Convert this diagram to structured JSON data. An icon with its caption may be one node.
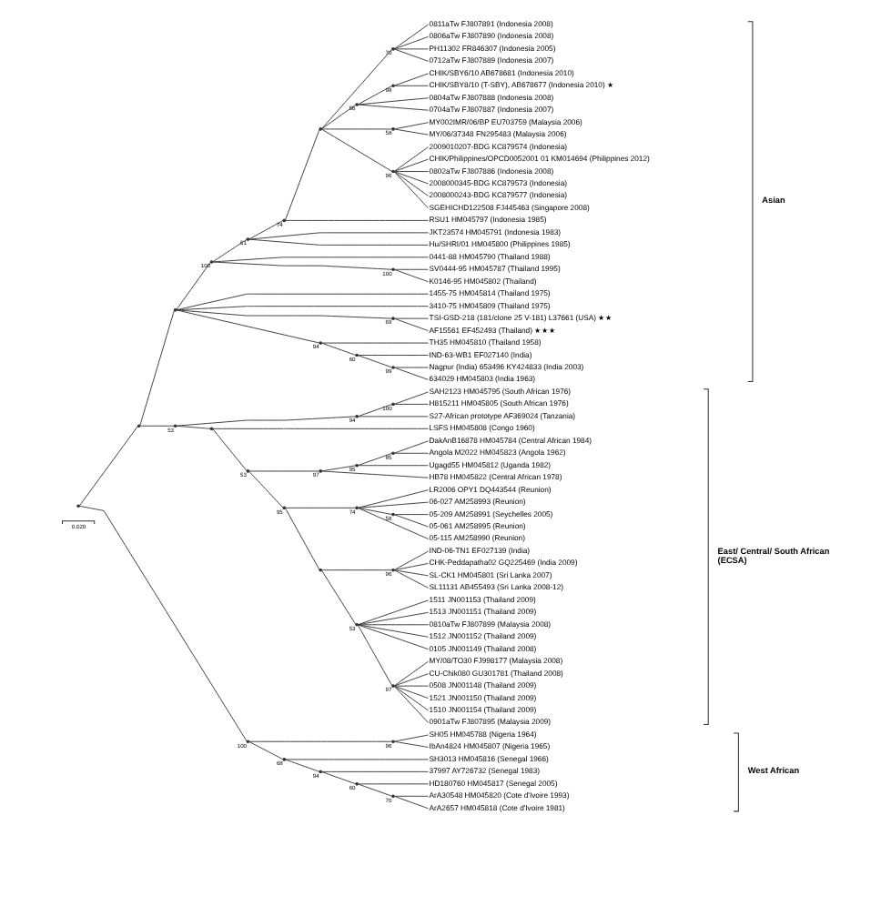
{
  "diagram": {
    "nodes": [
      {
        "text": [
          "0811aTw FJ807891 (Indonesia 2008)"
        ]
      },
      {
        "text": [
          "0806aTw FJ807890 (Indonesia 2008)"
        ]
      },
      {
        "text": [
          "PH11302 FR846307 (Indonesia 2005)"
        ]
      },
      {
        "text": [
          "0712aTw FJ807889 (Indonesia 2007)"
        ]
      },
      {
        "text": [
          "CHIK/SBY6/10 AB678681 (Indonesia 2010)"
        ]
      },
      {
        "text": [
          "CHIK/SBY8/10 (T-SBY), AB678677 (Indonesia 2010) ★"
        ]
      },
      {
        "text": [
          "0804aTw FJ807888 (Indonesia 2008)"
        ]
      },
      {
        "text": [
          "0704aTw FJ807887 (Indonesia 2007)"
        ]
      },
      {
        "text": [
          "MY002IMR/06/BP EU703759 (Malaysia 2006)"
        ]
      },
      {
        "text": [
          "MY/06/37348 FN295483 (Malaysia 2006)"
        ]
      },
      {
        "text": [
          "2009010207-BDG KC879574 (Indonesia)"
        ]
      },
      {
        "text": [
          "CHIK/Philippines/OPCD0052001 01 KM014694 (Philippines 2012)"
        ]
      },
      {
        "text": [
          "0802aTw FJ807886 (Indonesia 2008)"
        ]
      },
      {
        "text": [
          "2008000345-BDG KC879573 (Indonesia)"
        ]
      },
      {
        "text": [
          "2008000243-BDG KC879577 (Indonesia)"
        ]
      },
      {
        "text": [
          "SGEHICHD122508 FJ445463 (Singapore 2008)"
        ]
      },
      {
        "text": [
          "RSU1 HM045797 (Indonesia 1985)"
        ]
      },
      {
        "text": [
          "JKT23574 HM045791 (Indonesia 1983)"
        ]
      },
      {
        "text": [
          "Hu/SHRI/01 HM045800 (Philippines 1985)"
        ]
      },
      {
        "text": [
          "0441-88 HM045790 (Thailand 1988)"
        ]
      },
      {
        "text": [
          "SV0444-95 HM045787 (Thailand 1995)"
        ]
      },
      {
        "text": [
          "K0146-95 HM045802 (Thailand)"
        ]
      },
      {
        "text": [
          "1455-75 HM045814 (Thailand 1975)"
        ]
      },
      {
        "text": [
          "3410-75 HM045809 (Thailand 1975)"
        ]
      },
      {
        "text": [
          "TSI-GSD-218 (181/clone 25 V-181) L37661 (USA) ★★"
        ]
      },
      {
        "text": [
          "AF15561 EF452493 (Thailand) ★★★"
        ]
      },
      {
        "text": [
          "TH35 HM045810 (Thailand 1958)"
        ]
      },
      {
        "text": [
          "IND-63-WB1 EF027140 (India)"
        ]
      },
      {
        "text": [
          "Nagpur (India) 653496 KY424833 (India 2003)"
        ]
      },
      {
        "text": [
          "634029 HM045803 (India 1963)"
        ]
      },
      {
        "text": [
          "SAH2123 HM045795 (South African 1976)"
        ]
      },
      {
        "text": [
          "H815211 HM045805 (South African 1976)"
        ]
      },
      {
        "text": [
          "S27-African prototype AF369024 (Tanzania)"
        ]
      },
      {
        "text": [
          "LSFS HM045808 (Congo 1960)"
        ]
      },
      {
        "text": [
          "DakAnB16878 HM045784 (Central African 1984)"
        ]
      },
      {
        "text": [
          "Angola M2022 HM045823 (Angola 1962)"
        ]
      },
      {
        "text": [
          "Ugagd55 HM045812 (Uganda 1982)"
        ]
      },
      {
        "text": [
          "HB78 HM045822 (Central African 1978)"
        ]
      },
      {
        "text": [
          "LR2006 OPY1 DQ443544 (Reunion)"
        ]
      },
      {
        "text": [
          "06-027 AM258993 (Reunion)"
        ]
      },
      {
        "text": [
          "05-209 AM258991 (Seychelles 2005)"
        ]
      },
      {
        "text": [
          "05-061 AM258995 (Reunion)"
        ]
      },
      {
        "text": [
          "05-115 AM258990 (Reunion)"
        ]
      },
      {
        "text": [
          "IND-06-TN1 EF027139 (India)"
        ]
      },
      {
        "text": [
          "CHK-Peddapatha02 GQ225469 (India 2009)"
        ]
      },
      {
        "text": [
          "SL-CK1 HM045801 (Sri Lanka 2007)"
        ]
      },
      {
        "text": [
          "SL11131 AB455493 (Sri Lanka 2008-12)"
        ]
      },
      {
        "text": [
          "1511 JN001153 (Thailand 2009)"
        ]
      },
      {
        "text": [
          "1513 JN001151 (Thailand 2009)"
        ]
      },
      {
        "text": [
          "0810aTw FJ807899 (Malaysia 2008)"
        ]
      },
      {
        "text": [
          "1512 JN001152 (Thailand 2009)"
        ]
      },
      {
        "text": [
          "0105 JN001149 (Thailand 2008)"
        ]
      },
      {
        "text": [
          "MY/08/TO30 FJ998177 (Malaysia 2008)"
        ]
      },
      {
        "text": [
          "CU-Chik080 GU301781 (Thailand 2008)"
        ]
      },
      {
        "text": [
          "0508 JN001148 (Thailand 2009)"
        ]
      },
      {
        "text": [
          "1521 JN001150 (Thailand 2009)"
        ]
      },
      {
        "text": [
          "1510 JN001154 (Thailand 2009)"
        ]
      },
      {
        "text": [
          "0901aTw FJ807895 (Malaysia 2009)"
        ]
      },
      {
        "text": [
          "SH05 HM045788 (Nigeria 1964)"
        ]
      },
      {
        "text": [
          "IbAn4824 HM045807 (Nigeria 1965)"
        ]
      },
      {
        "text": [
          "SH3013 HM045816 (Senegal 1966)"
        ]
      },
      {
        "text": [
          "37997 AY726732 (Senegal 1983)"
        ]
      },
      {
        "text": [
          "HD180760 HM045817 (Senegal 2005)"
        ]
      },
      {
        "text": [
          "ArA30548 HM045820 (Cote d'Ivoire 1993)"
        ]
      },
      {
        "text": [
          "ArA2657 HM045818 (Cote d'Ivoire 1981)"
        ]
      },
      {
        "text": [],
        "shape": "point"
      },
      {
        "text": [],
        "shape": "point"
      },
      {
        "text": [],
        "shape": "point"
      },
      {
        "text": [],
        "shape": "point",
        "beside": [
          "100"
        ]
      },
      {
        "text": [],
        "shape": "point",
        "beside": [
          "51"
        ]
      },
      {
        "text": [],
        "shape": "point",
        "beside": [
          "74"
        ]
      },
      {
        "text": [],
        "shape": "point"
      },
      {
        "text": [],
        "shape": "point",
        "beside": [
          "70"
        ]
      },
      {
        "text": [],
        "shape": "point",
        "beside": [
          "56"
        ]
      },
      {
        "text": [],
        "shape": "point",
        "beside": [
          "98"
        ]
      },
      {
        "text": [],
        "shape": "point",
        "beside": [
          "58"
        ]
      },
      {
        "text": [],
        "shape": "point",
        "beside": [
          "96"
        ]
      },
      {
        "text": [],
        "shape": "point",
        "beside": [
          "100"
        ]
      },
      {
        "text": [],
        "shape": "point",
        "beside": [
          "69"
        ]
      },
      {
        "text": [],
        "shape": "point",
        "beside": [
          "94"
        ]
      },
      {
        "text": [],
        "shape": "point",
        "beside": [
          "60"
        ]
      },
      {
        "text": [],
        "shape": "point",
        "beside": [
          "99"
        ]
      },
      {
        "text": [],
        "shape": "point",
        "beside": [
          "53"
        ]
      },
      {
        "text": [],
        "shape": "point",
        "beside": [
          "94"
        ]
      },
      {
        "text": [],
        "shape": "point",
        "beside": [
          "100"
        ]
      },
      {
        "text": [],
        "shape": "point"
      },
      {
        "text": [],
        "shape": "point",
        "beside": [
          "53"
        ]
      },
      {
        "text": [],
        "shape": "point",
        "beside": [
          "97"
        ]
      },
      {
        "text": [],
        "shape": "point",
        "beside": [
          "95"
        ]
      },
      {
        "text": [],
        "shape": "point",
        "beside": [
          "85"
        ]
      },
      {
        "text": [],
        "shape": "point",
        "beside": [
          "95"
        ]
      },
      {
        "text": [],
        "shape": "point",
        "beside": [
          "74"
        ]
      },
      {
        "text": [],
        "shape": "point",
        "beside": [
          "58"
        ]
      },
      {
        "text": [],
        "shape": "point"
      },
      {
        "text": [],
        "shape": "point",
        "beside": [
          "96"
        ]
      },
      {
        "text": [],
        "shape": "point",
        "beside": [
          "53"
        ]
      },
      {
        "text": [],
        "shape": "point",
        "beside": [
          "97"
        ]
      },
      {
        "text": [],
        "shape": "point",
        "beside": [
          "100"
        ]
      },
      {
        "text": [],
        "shape": "point",
        "beside": [
          "96"
        ]
      },
      {
        "text": [],
        "shape": "point",
        "beside": [
          "68"
        ]
      },
      {
        "text": [],
        "shape": "point",
        "beside": [
          "94"
        ]
      },
      {
        "text": [],
        "shape": "point",
        "beside": [
          "60"
        ]
      },
      {
        "text": [],
        "shape": "point",
        "beside": [
          "70"
        ]
      }
    ],
    "edges": [
      {
        "from": 65,
        "to": 66,
        "arrow": "none"
      },
      {
        "from": 65,
        "to": 97,
        "arrow": "none"
      },
      {
        "from": 66,
        "to": 67,
        "arrow": "none"
      },
      {
        "from": 66,
        "to": 82,
        "arrow": "none"
      },
      {
        "from": 67,
        "to": 68,
        "arrow": "none"
      },
      {
        "from": 67,
        "to": 22,
        "arrow": "none"
      },
      {
        "from": 67,
        "to": 23,
        "arrow": "none"
      },
      {
        "from": 67,
        "to": 78,
        "arrow": "none"
      },
      {
        "from": 67,
        "to": 79,
        "arrow": "none"
      },
      {
        "from": 68,
        "to": 69,
        "arrow": "none"
      },
      {
        "from": 68,
        "to": 19,
        "arrow": "none"
      },
      {
        "from": 68,
        "to": 77,
        "arrow": "none"
      },
      {
        "from": 69,
        "to": 70,
        "arrow": "none"
      },
      {
        "from": 69,
        "to": 17,
        "arrow": "none"
      },
      {
        "from": 69,
        "to": 18,
        "arrow": "none"
      },
      {
        "from": 70,
        "to": 71,
        "arrow": "none"
      },
      {
        "from": 70,
        "to": 16,
        "arrow": "none"
      },
      {
        "from": 71,
        "to": 72,
        "arrow": "none"
      },
      {
        "from": 71,
        "to": 73,
        "arrow": "none"
      },
      {
        "from": 71,
        "to": 75,
        "arrow": "none"
      },
      {
        "from": 71,
        "to": 76,
        "arrow": "none"
      },
      {
        "from": 72,
        "to": 0,
        "arrow": "none"
      },
      {
        "from": 72,
        "to": 1,
        "arrow": "none"
      },
      {
        "from": 72,
        "to": 2,
        "arrow": "none"
      },
      {
        "from": 72,
        "to": 3,
        "arrow": "none"
      },
      {
        "from": 73,
        "to": 74,
        "arrow": "none"
      },
      {
        "from": 73,
        "to": 6,
        "arrow": "none"
      },
      {
        "from": 73,
        "to": 7,
        "arrow": "none"
      },
      {
        "from": 74,
        "to": 4,
        "arrow": "none"
      },
      {
        "from": 74,
        "to": 5,
        "arrow": "none"
      },
      {
        "from": 75,
        "to": 8,
        "arrow": "none"
      },
      {
        "from": 75,
        "to": 9,
        "arrow": "none"
      },
      {
        "from": 76,
        "to": 10,
        "arrow": "none"
      },
      {
        "from": 76,
        "to": 11,
        "arrow": "none"
      },
      {
        "from": 76,
        "to": 12,
        "arrow": "none"
      },
      {
        "from": 76,
        "to": 13,
        "arrow": "none"
      },
      {
        "from": 76,
        "to": 14,
        "arrow": "none"
      },
      {
        "from": 76,
        "to": 15,
        "arrow": "none"
      },
      {
        "from": 77,
        "to": 20,
        "arrow": "none"
      },
      {
        "from": 77,
        "to": 21,
        "arrow": "none"
      },
      {
        "from": 78,
        "to": 24,
        "arrow": "none"
      },
      {
        "from": 78,
        "to": 25,
        "arrow": "none"
      },
      {
        "from": 79,
        "to": 26,
        "arrow": "none"
      },
      {
        "from": 79,
        "to": 80,
        "arrow": "none"
      },
      {
        "from": 80,
        "to": 27,
        "arrow": "none"
      },
      {
        "from": 80,
        "to": 81,
        "arrow": "none"
      },
      {
        "from": 81,
        "to": 28,
        "arrow": "none"
      },
      {
        "from": 81,
        "to": 29,
        "arrow": "none"
      },
      {
        "from": 82,
        "to": 83,
        "arrow": "none"
      },
      {
        "from": 82,
        "to": 85,
        "arrow": "none"
      },
      {
        "from": 83,
        "to": 84,
        "arrow": "none"
      },
      {
        "from": 83,
        "to": 32,
        "arrow": "none"
      },
      {
        "from": 84,
        "to": 30,
        "arrow": "none"
      },
      {
        "from": 84,
        "to": 31,
        "arrow": "none"
      },
      {
        "from": 85,
        "to": 33,
        "arrow": "none"
      },
      {
        "from": 85,
        "to": 86,
        "arrow": "none"
      },
      {
        "from": 86,
        "to": 87,
        "arrow": "none"
      },
      {
        "from": 86,
        "to": 90,
        "arrow": "none"
      },
      {
        "from": 87,
        "to": 88,
        "arrow": "none"
      },
      {
        "from": 87,
        "to": 37,
        "arrow": "none"
      },
      {
        "from": 88,
        "to": 89,
        "arrow": "none"
      },
      {
        "from": 88,
        "to": 36,
        "arrow": "none"
      },
      {
        "from": 89,
        "to": 34,
        "arrow": "none"
      },
      {
        "from": 89,
        "to": 35,
        "arrow": "none"
      },
      {
        "from": 90,
        "to": 91,
        "arrow": "none"
      },
      {
        "from": 90,
        "to": 93,
        "arrow": "none"
      },
      {
        "from": 91,
        "to": 38,
        "arrow": "none"
      },
      {
        "from": 91,
        "to": 39,
        "arrow": "none"
      },
      {
        "from": 91,
        "to": 92,
        "arrow": "none"
      },
      {
        "from": 91,
        "to": 42,
        "arrow": "none"
      },
      {
        "from": 92,
        "to": 40,
        "arrow": "none"
      },
      {
        "from": 92,
        "to": 41,
        "arrow": "none"
      },
      {
        "from": 93,
        "to": 94,
        "arrow": "none"
      },
      {
        "from": 93,
        "to": 95,
        "arrow": "none"
      },
      {
        "from": 94,
        "to": 43,
        "arrow": "none"
      },
      {
        "from": 94,
        "to": 44,
        "arrow": "none"
      },
      {
        "from": 94,
        "to": 45,
        "arrow": "none"
      },
      {
        "from": 94,
        "to": 46,
        "arrow": "none"
      },
      {
        "from": 95,
        "to": 47,
        "arrow": "none"
      },
      {
        "from": 95,
        "to": 48,
        "arrow": "none"
      },
      {
        "from": 95,
        "to": 49,
        "arrow": "none"
      },
      {
        "from": 95,
        "to": 50,
        "arrow": "none"
      },
      {
        "from": 95,
        "to": 51,
        "arrow": "none"
      },
      {
        "from": 95,
        "to": 96,
        "arrow": "none"
      },
      {
        "from": 96,
        "to": 52,
        "arrow": "none"
      },
      {
        "from": 96,
        "to": 53,
        "arrow": "none"
      },
      {
        "from": 96,
        "to": 54,
        "arrow": "none"
      },
      {
        "from": 96,
        "to": 55,
        "arrow": "none"
      },
      {
        "from": 96,
        "to": 56,
        "arrow": "none"
      },
      {
        "from": 96,
        "to": 57,
        "arrow": "none"
      },
      {
        "from": 97,
        "to": 98,
        "arrow": "none"
      },
      {
        "from": 97,
        "to": 99,
        "arrow": "none"
      },
      {
        "from": 98,
        "to": 58,
        "arrow": "none"
      },
      {
        "from": 98,
        "to": 59,
        "arrow": "none"
      },
      {
        "from": 99,
        "to": 60,
        "arrow": "none"
      },
      {
        "from": 99,
        "to": 100,
        "arrow": "none"
      },
      {
        "from": 100,
        "to": 61,
        "arrow": "none"
      },
      {
        "from": 100,
        "to": 101,
        "arrow": "none"
      },
      {
        "from": 101,
        "to": 62,
        "arrow": "none"
      },
      {
        "from": 101,
        "to": 102,
        "arrow": "none"
      },
      {
        "from": 102,
        "to": 63,
        "arrow": "none"
      },
      {
        "from": 102,
        "to": 64,
        "arrow": "none"
      }
    ],
    "labels": [
      "Asian",
      "East/ Central/ South African (ECSA)",
      "West African",
      "0.020"
    ]
  }
}
